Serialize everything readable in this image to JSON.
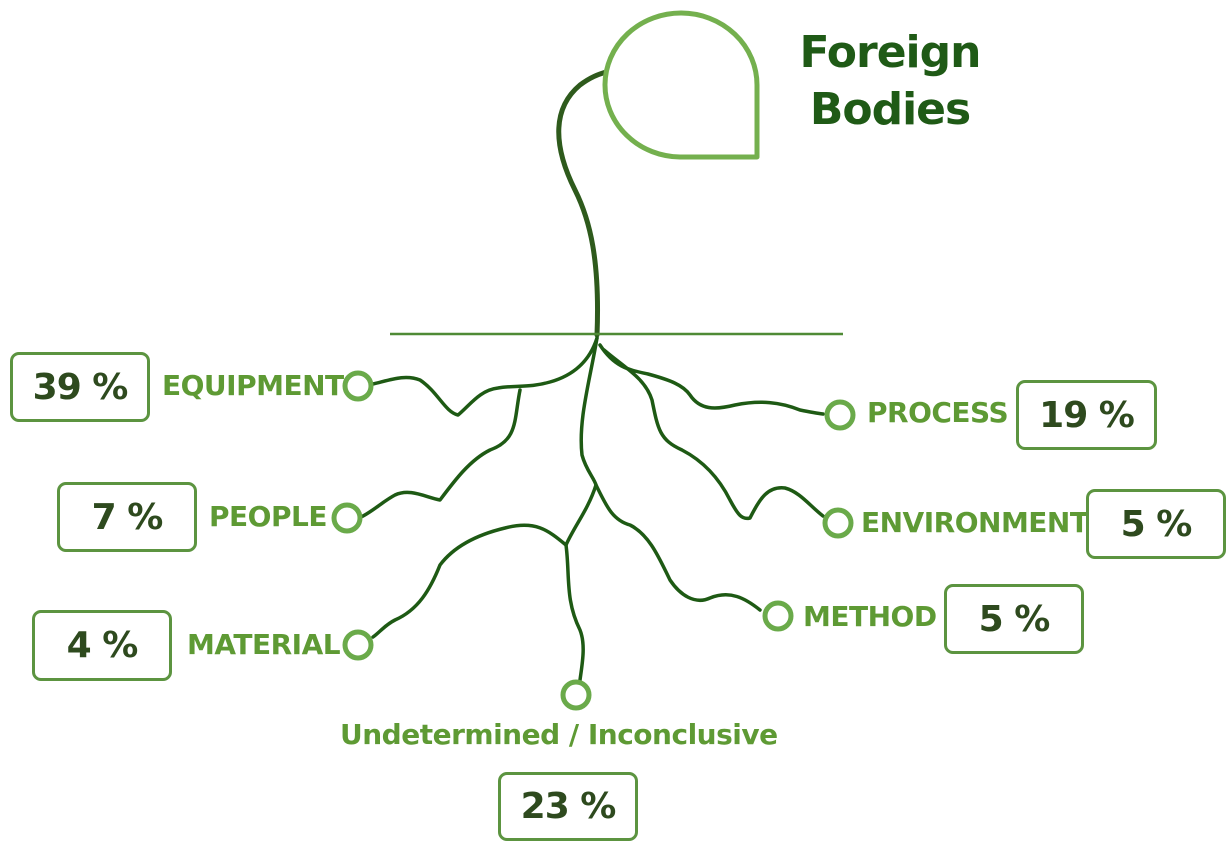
{
  "title": {
    "line1": "Foreign",
    "line2": "Bodies"
  },
  "categories": [
    {
      "id": "equipment",
      "label": "EQUIPMENT",
      "percent": "39 %"
    },
    {
      "id": "people",
      "label": "PEOPLE",
      "percent": "7 %"
    },
    {
      "id": "material",
      "label": "MATERIAL",
      "percent": "4 %"
    },
    {
      "id": "undetermined",
      "label": "Undetermined / Inconclusive",
      "percent": "23 %"
    },
    {
      "id": "process",
      "label": "PROCESS",
      "percent": "19 %"
    },
    {
      "id": "environment",
      "label": "ENVIRONMENT",
      "percent": "5 %"
    },
    {
      "id": "method",
      "label": "METHOD",
      "percent": "5 %"
    }
  ],
  "colors": {
    "root": "#1e5a14",
    "node": "#6aaa4a",
    "leaf": "#74b04e",
    "stem": "#2e5a1c",
    "ground": "#4f8a36"
  }
}
